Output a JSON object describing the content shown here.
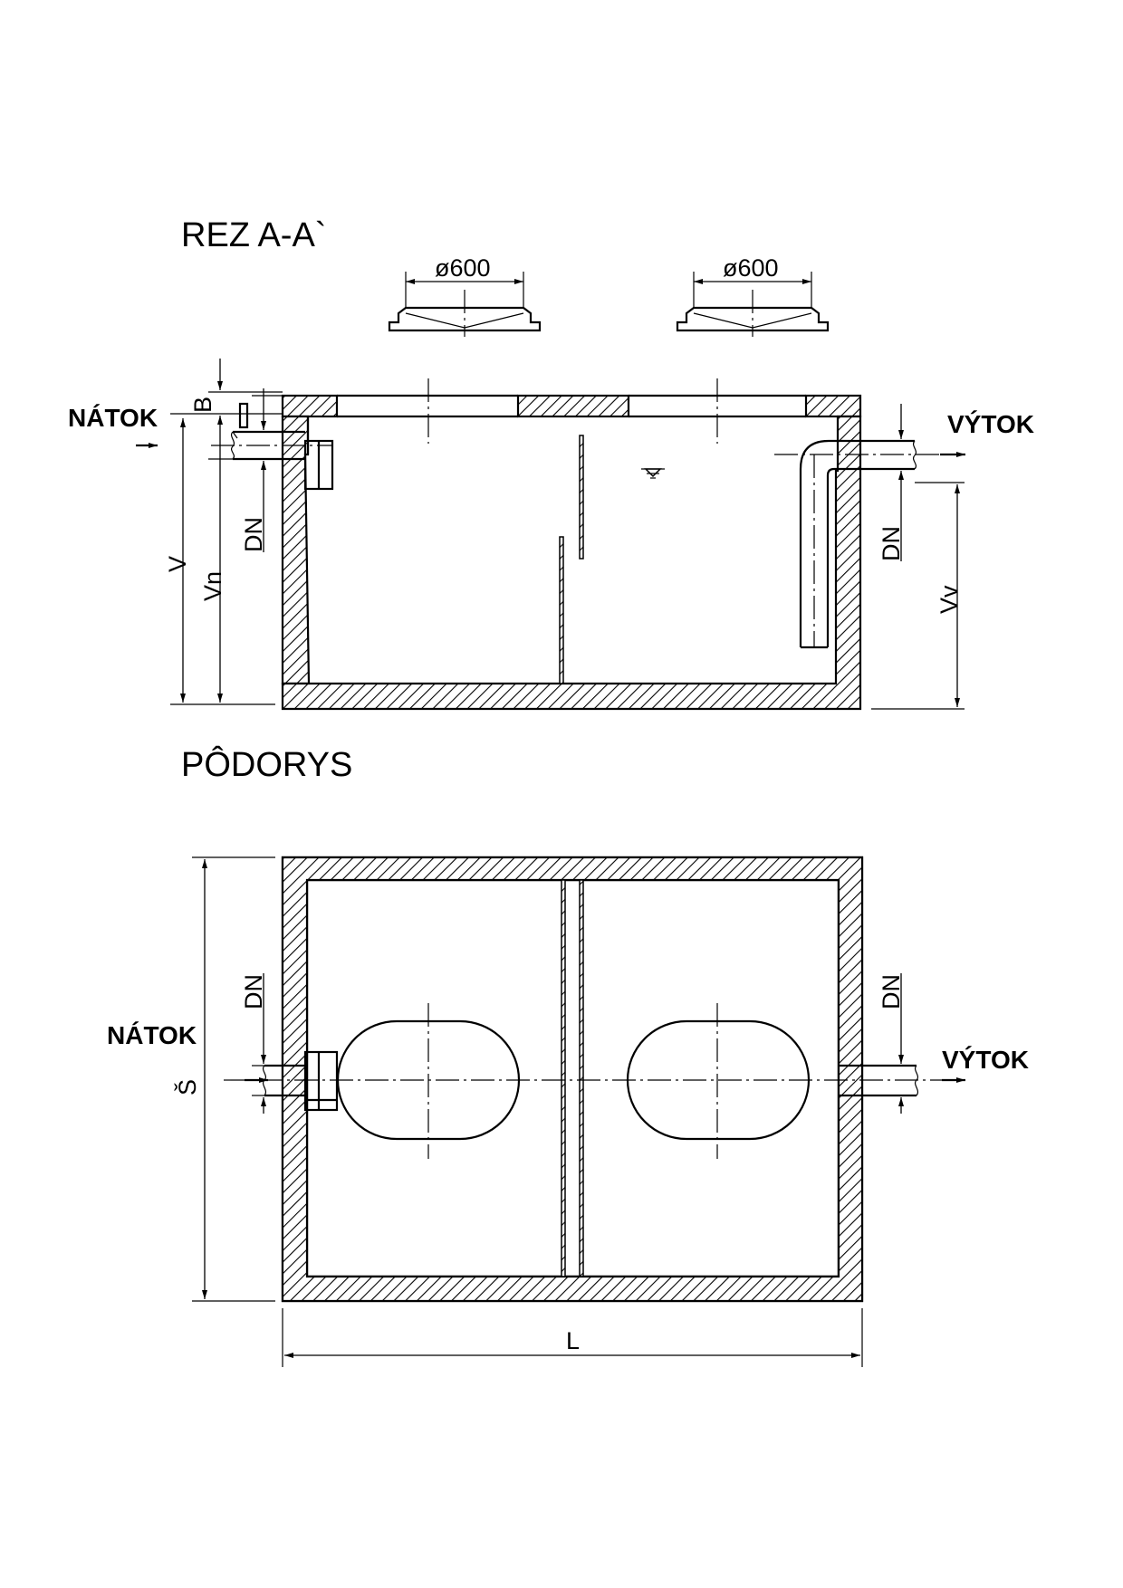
{
  "section": {
    "title": "REZ  A-A`",
    "manhole_dims": [
      "ø600",
      "ø600"
    ],
    "inlet_label": "NÁTOK",
    "outlet_label": "VÝTOK",
    "dim_b": "B",
    "dim_v": "V",
    "dim_vn": "Vn",
    "dim_vv": "Vv",
    "dim_dn_inlet": "DN",
    "dim_dn_outlet": "DN"
  },
  "plan": {
    "title": "PÔDORYS",
    "inlet_label": "NÁTOK",
    "outlet_label": "VÝTOK",
    "dim_s": "Š",
    "dim_l": "L",
    "dim_dn_inlet": "DN",
    "dim_dn_outlet": "DN"
  }
}
